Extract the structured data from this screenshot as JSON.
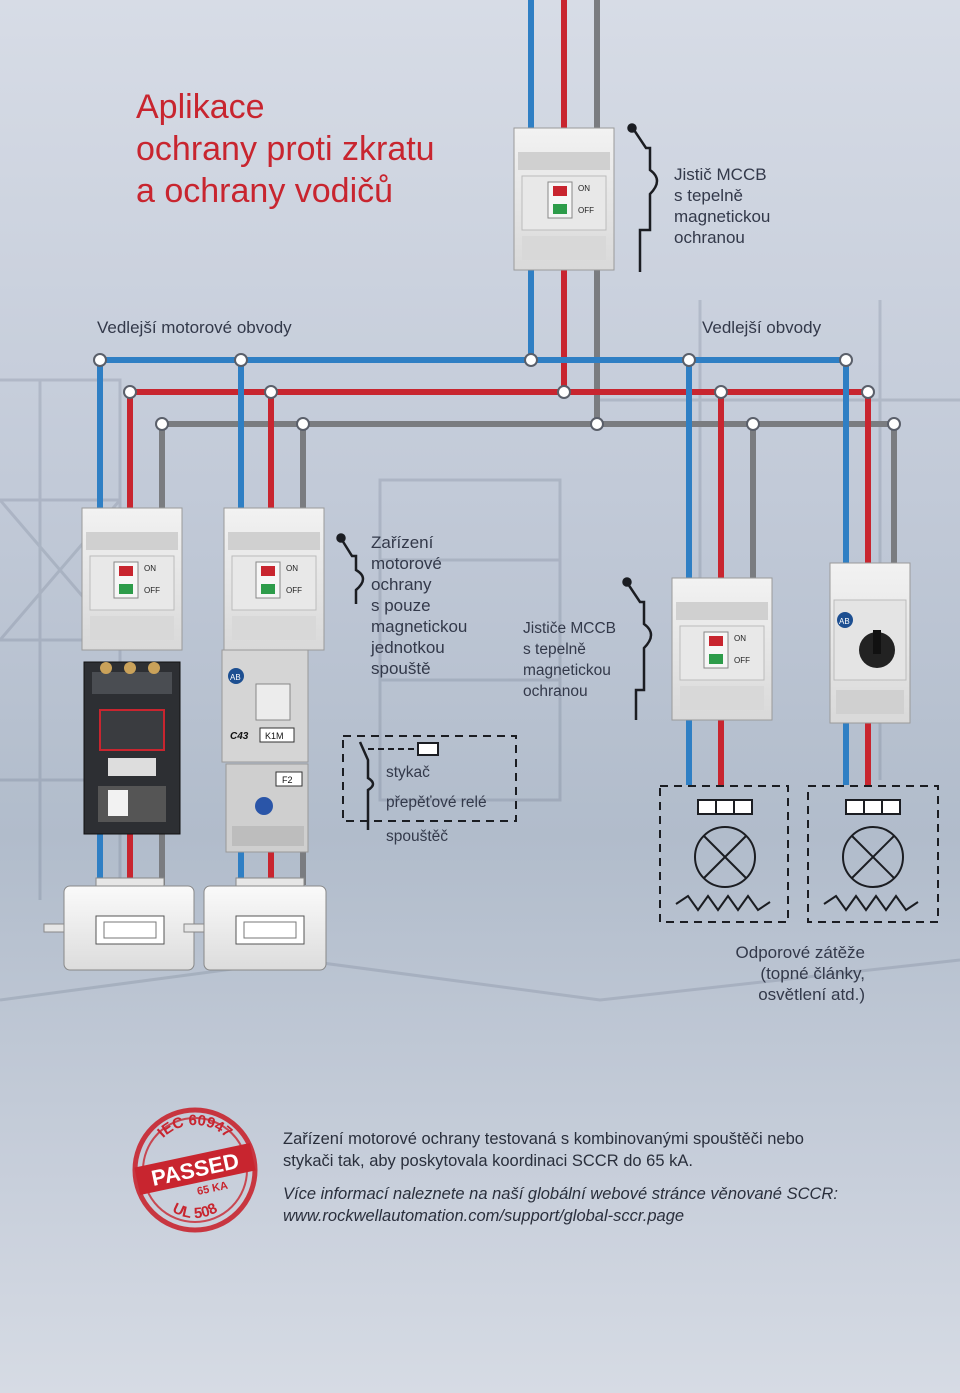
{
  "title": [
    "Aplikace",
    "ochrany proti zkratu",
    "a ochrany vodičů"
  ],
  "labels": {
    "mccb_main": [
      "Jistič MCCB",
      "s tepelně",
      "magnetickou",
      "ochranou"
    ],
    "motor_circuits": "Vedlejší motorové obvody",
    "aux_circuits": "Vedlejší obvody",
    "motor_protection": [
      "Zařízení",
      "motorové",
      "ochrany",
      "s pouze",
      "magnetickou",
      "jednotkou",
      "spouště"
    ],
    "mccb_branch": [
      "Jističe MCCB",
      "s tepelně",
      "magnetickou",
      "ochranou"
    ],
    "contactor": "stykač",
    "overload": "přepěťové relé",
    "starter": "spouštěč",
    "resistive": [
      "Odporové zátěže",
      "(topné články,",
      "osvětlení atd.)"
    ]
  },
  "device_marks": {
    "on": "ON",
    "off": "OFF",
    "c43": "C43",
    "k1m": "K1M",
    "f2": "F2",
    "ab": "AB"
  },
  "footer": {
    "text": [
      "Zařízení motorové ochrany testovaná s kombinovanými spouštěči nebo",
      "stykači tak, aby poskytovala koordinaci SCCR do 65 kA."
    ],
    "link": [
      "Více informací naleznete na naší globální webové stránce věnované SCCR:",
      "www.rockwellautomation.com/support/global-sccr.page"
    ]
  },
  "stamp": {
    "top": "IEC 60947",
    "middle": "PASSED",
    "rating": "65 KA",
    "bottom": "UL 508"
  },
  "colors": {
    "accent": "#c8252f",
    "wire_blue": "#2f7fc4",
    "wire_red": "#c8252f",
    "wire_gray": "#7a7c80",
    "text": "#33394a"
  }
}
